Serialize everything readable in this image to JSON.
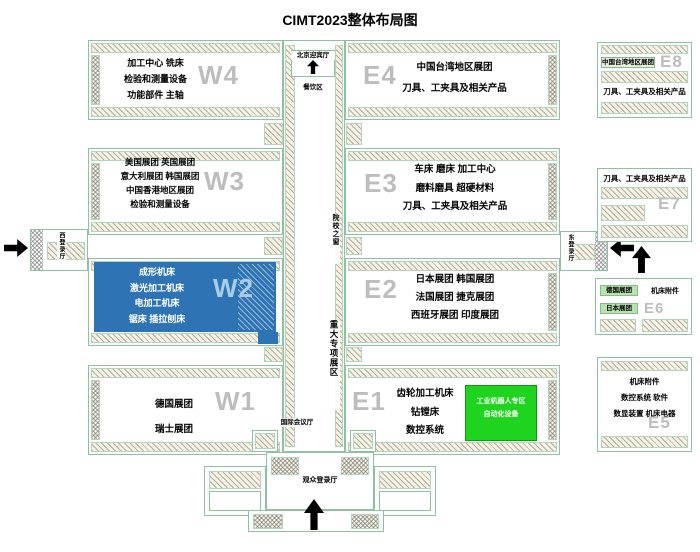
{
  "title": "CIMT2023整体布局图",
  "colors": {
    "w2_fill": "#2e74b5",
    "w2_code": "#a9cce8",
    "robot_green": "#1fd41f",
    "hall_border": "#8fc1a0",
    "code_gray": "#bdbdbd"
  },
  "west_halls": [
    {
      "code": "W4",
      "lines": [
        "加工中心  铣床",
        "检验和测量设备",
        "功能部件  主轴"
      ]
    },
    {
      "code": "W3",
      "lines": [
        "美国展团  英国展团",
        "意大利展团  韩国展团",
        "中国香港地区展团",
        "检验和测量设备"
      ]
    },
    {
      "code": "W2",
      "lines": [
        "成形机床",
        "激光加工机床",
        "电加工机床",
        "锯床  插拉刨床"
      ]
    },
    {
      "code": "W1",
      "lines": [
        "德国展团",
        "瑞士展团"
      ]
    }
  ],
  "east_halls": [
    {
      "code": "E4",
      "lines": [
        "中国台湾地区展团",
        "刀具、工夹具及相关产品"
      ]
    },
    {
      "code": "E3",
      "lines": [
        "车床  磨床  加工中心",
        "磨料磨具  超硬材料",
        "刀具、工夹具及相关产品"
      ]
    },
    {
      "code": "E2",
      "lines": [
        "日本展团  韩国展团",
        "法国展团  捷克展团",
        "西班牙展团  印度展团"
      ]
    },
    {
      "code": "E1",
      "lines": [
        "齿轮加工机床",
        "钻镗床",
        "数控系统"
      ]
    }
  ],
  "robot_zone": {
    "line1": "工业机器人专区",
    "line2": "自动化设备"
  },
  "annex": {
    "e8": {
      "code": "E8",
      "tag": "中国台湾地区展团",
      "product": "刀具、工夹具及相关产品"
    },
    "e7": {
      "code": "E7",
      "product": "刀具、工夹具及相关产品"
    },
    "e6": {
      "code": "E6",
      "group1": "德国展团",
      "group2": "日本展团",
      "product": "机床附件"
    },
    "e5": {
      "code": "E5",
      "lines": [
        "机床附件",
        "数控系统  软件",
        "数显装置  机床电器"
      ]
    }
  },
  "corridor": {
    "north_hall": "北京迎宾厅",
    "dining": "餐饮区",
    "college": "院校之窗",
    "major": "重大专项展区",
    "conference": "国际会议厅",
    "south_hall": "观众登录厅"
  },
  "gates": {
    "west": "西登录厅",
    "east": "东登录厅"
  }
}
